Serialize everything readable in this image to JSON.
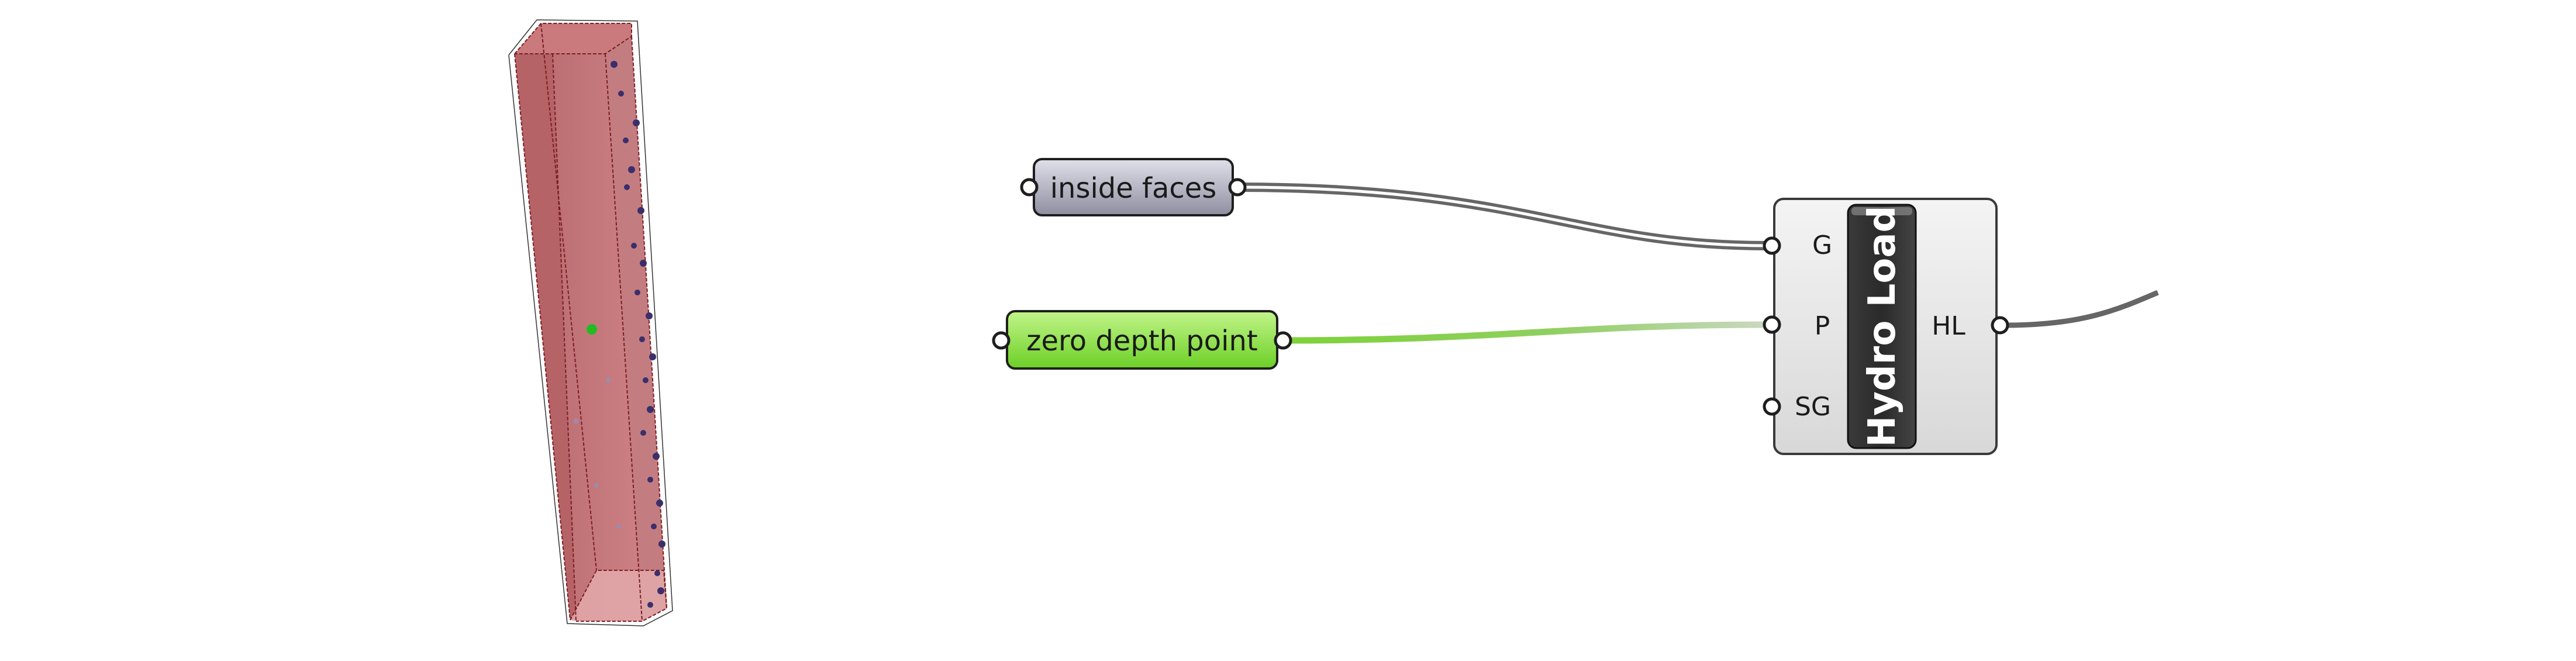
{
  "canvas": {
    "background": "#ffffff",
    "wire_color": "#666666",
    "wire_highlight": "#ffffff"
  },
  "nodes": {
    "inside_faces": {
      "label": "inside faces",
      "fill_top": "#d8d8e4",
      "fill_bottom": "#8f8fa0"
    },
    "zero_depth_point": {
      "label": "zero depth point",
      "fill_top": "#b9f27a",
      "fill_bottom": "#6fd12a"
    },
    "hydro_load": {
      "title": "Hydro Load",
      "inputs": [
        "G",
        "P",
        "SG"
      ],
      "output": "HL",
      "body_fill": "#e4e4e4",
      "title_fill": "#2f2f2f"
    }
  },
  "viewport": {
    "box_fill": "#b8555a",
    "point_color": "#22bb22",
    "dot_color": "#3a2f6a"
  }
}
